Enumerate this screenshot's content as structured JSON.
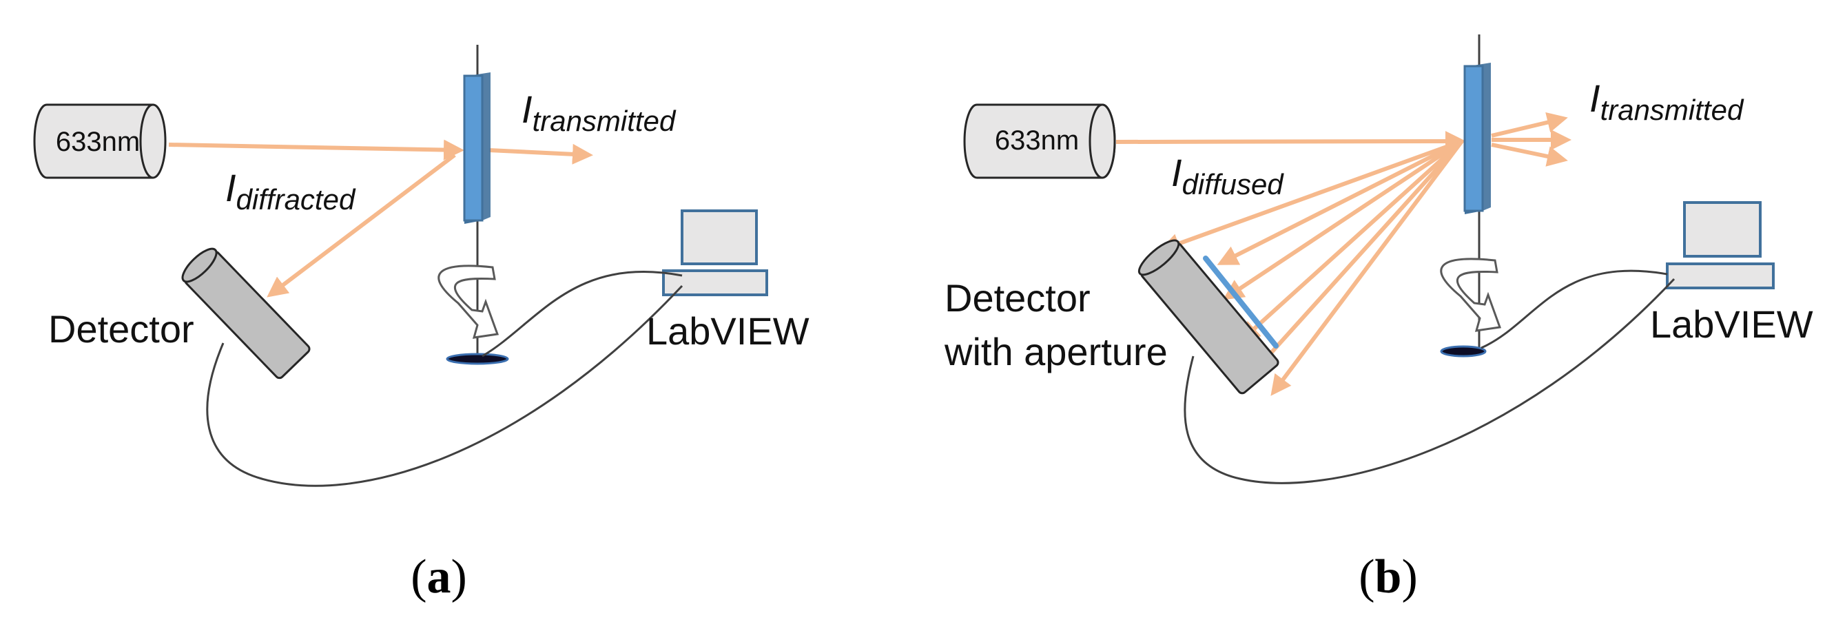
{
  "panels": [
    {
      "id": "a",
      "laser_label": "633nm",
      "intensity_transmitted": {
        "symbol": "I",
        "subscript": "transmitted"
      },
      "intensity_scattered": {
        "symbol": "I",
        "subscript": "diffracted"
      },
      "detector_label_line1": "Detector",
      "detector_label_line2": "",
      "computer_label": "LabVIEW",
      "caption": {
        "open": "(",
        "letter": "a",
        "close": ")"
      }
    },
    {
      "id": "b",
      "laser_label": "633nm",
      "intensity_transmitted": {
        "symbol": "I",
        "subscript": "transmitted"
      },
      "intensity_scattered": {
        "symbol": "I",
        "subscript": "diffused"
      },
      "detector_label_line1": "Detector",
      "detector_label_line2": "with aperture",
      "computer_label": "LabVIEW",
      "caption": {
        "open": "(",
        "letter": "b",
        "close": ")"
      }
    }
  ],
  "colors": {
    "beam": "#f6b98c",
    "sample_fill": "#5b9bd5",
    "sample_stroke": "#41719c",
    "detector_fill": "#bfbfbf",
    "aperture": "#5b9bd5",
    "computer_fill": "#e7e6e6",
    "computer_stroke": "#41719c",
    "cable": "#404040",
    "stage_fill": "#0d0d26"
  },
  "icons": [
    "laser-icon",
    "sample-slab-icon",
    "rotation-arrow-icon",
    "rotation-stage-icon",
    "detector-icon",
    "aperture-icon",
    "computer-icon"
  ]
}
